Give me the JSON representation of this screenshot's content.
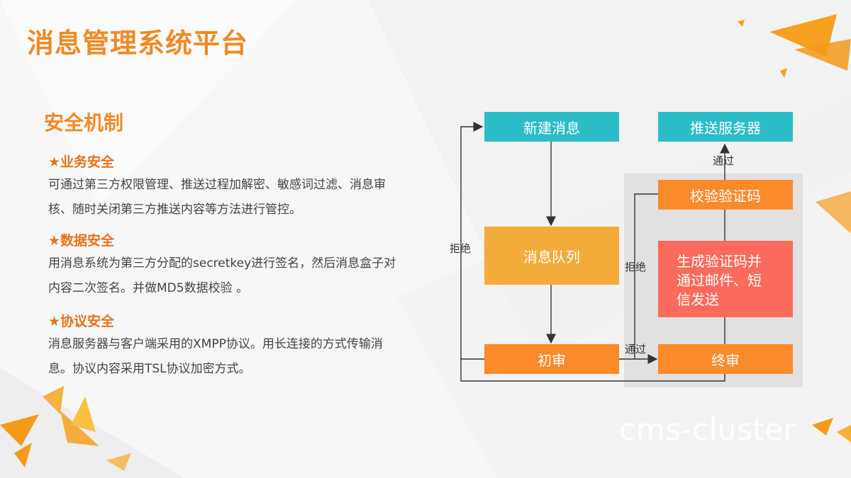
{
  "title": "消息管理系统平台",
  "section_title": "安全机制",
  "items": [
    {
      "head": "★业务安全",
      "body": "可通过第三方权限管理、推送过程加解密、敏感词过滤、消息审核、随时关闭第三方推送内容等方法进行管控。"
    },
    {
      "head": "★数据安全",
      "body": "用消息系统为第三方分配的secretkey进行签名，然后消息盒子对内容二次签名。并做MD5数据校验 。"
    },
    {
      "head": "★协议安全",
      "body": "消息服务器与客户端采用的XMPP协议。用长连接的方式传输消息。协议内容采用TSL协议加密方式。"
    }
  ],
  "flow": {
    "new_message": "新建消息",
    "message_queue": "消息队列",
    "first_review": "初审",
    "final_review": "终审",
    "generate_code": "生成验证码并通过邮件、短信发送",
    "verify_code": "校验验证码",
    "push_server": "推送服务器",
    "reject_left": "拒绝",
    "reject_right": "拒绝",
    "pass_bottom": "通过",
    "pass_top": "通过"
  },
  "watermark": "cms-cluster",
  "colors": {
    "accent": "#f08a24",
    "teal": "#2bbdc7",
    "orange": "#fb8a2b",
    "amber": "#f3ab3a",
    "red": "#fa6b5b"
  }
}
